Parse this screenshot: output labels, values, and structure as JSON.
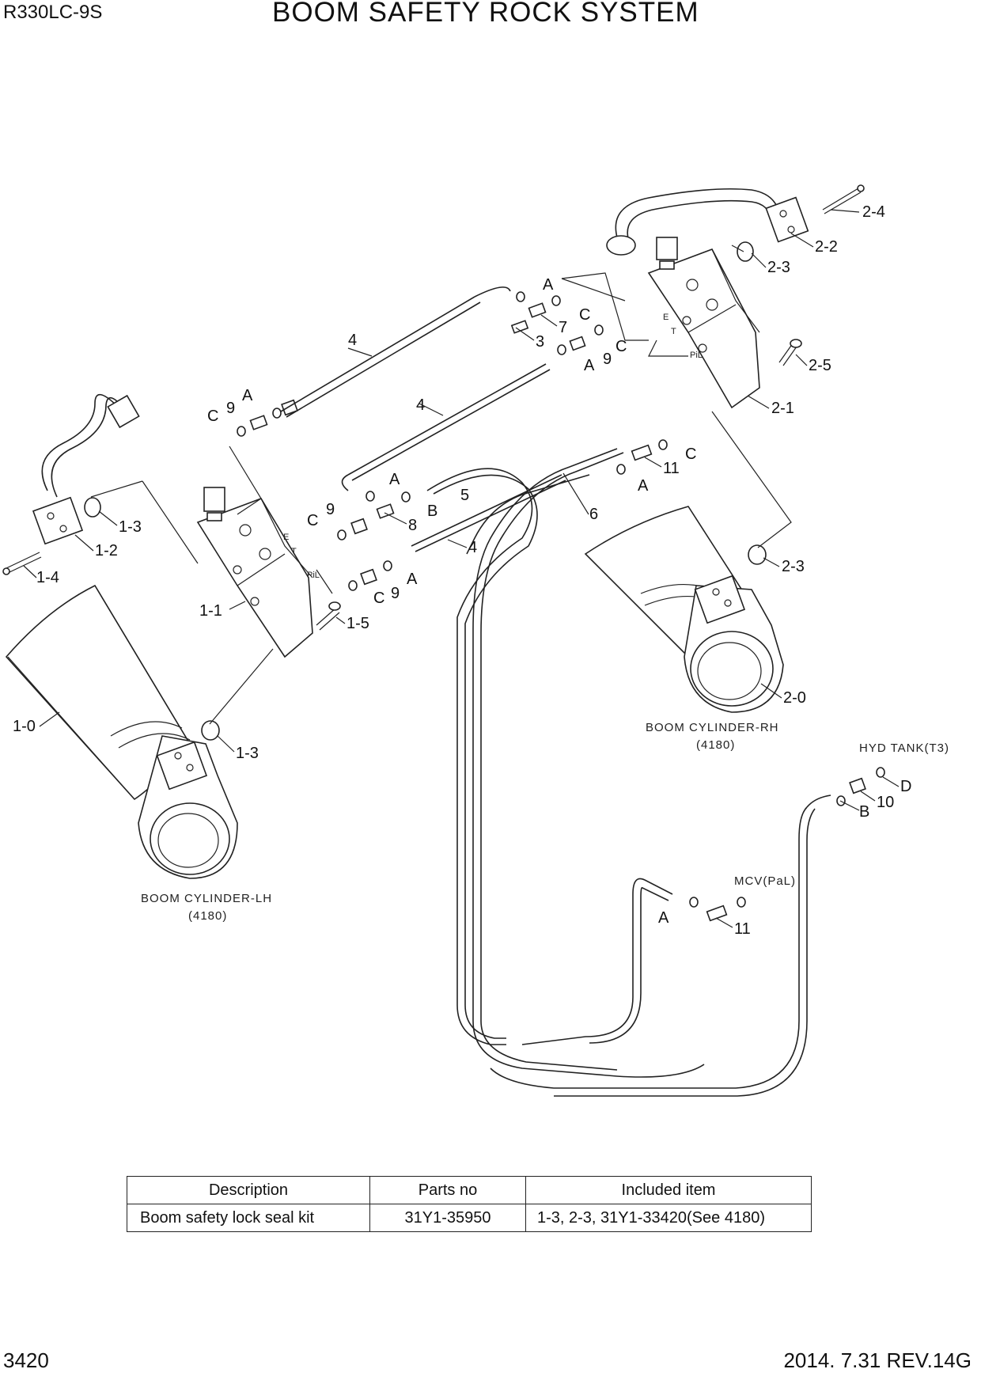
{
  "header": {
    "model": "R330LC-9S",
    "title": "BOOM SAFETY ROCK SYSTEM"
  },
  "footer": {
    "page": "3420",
    "revision": "2014. 7.31  REV.14G"
  },
  "diagram": {
    "captions": {
      "boom_rh": "BOOM CYLINDER-RH",
      "boom_rh_ref": "(4180)",
      "boom_lh": "BOOM CYLINDER-LH",
      "boom_lh_ref": "(4180)",
      "hyd_tank": "HYD TANK(T3)",
      "mcv": "MCV(PaL)"
    },
    "port_marks": {
      "e": "E",
      "t": "T",
      "pil": "PiL"
    },
    "callouts": {
      "c_2_4": "2-4",
      "c_2_2": "2-2",
      "c_2_3a": "2-3",
      "c_2_5": "2-5",
      "c_2_1": "2-1",
      "c_2_3b": "2-3",
      "c_2_0": "2-0",
      "c_1_3a": "1-3",
      "c_1_2": "1-2",
      "c_1_4": "1-4",
      "c_1_1": "1-1",
      "c_1_5": "1-5",
      "c_1_0": "1-0",
      "c_1_3b": "1-3",
      "c_4a": "4",
      "c_4b": "4",
      "c_4c": "4",
      "c_3": "3",
      "c_5": "5",
      "c_6": "6",
      "c_7": "7",
      "c_8": "8",
      "c_9a": "9",
      "c_9b": "9",
      "c_9c": "9",
      "c_9d": "9",
      "c_10": "10",
      "c_11a": "11",
      "c_11b": "11",
      "c_a1": "A",
      "c_a2": "A",
      "c_a3": "A",
      "c_a4": "A",
      "c_a5": "A",
      "c_a6": "A",
      "c_a7": "A",
      "c_b1": "B",
      "c_b2": "B",
      "c_c1": "C",
      "c_c2": "C",
      "c_c3": "C",
      "c_c4": "C",
      "c_c5": "C",
      "c_c6": "C",
      "c_d": "D"
    }
  },
  "kit_table": {
    "headers": [
      "Description",
      "Parts no",
      "Included item"
    ],
    "rows": [
      [
        "Boom safety lock seal kit",
        "31Y1-35950",
        "1-3, 2-3, 31Y1-33420(See 4180)"
      ]
    ]
  }
}
